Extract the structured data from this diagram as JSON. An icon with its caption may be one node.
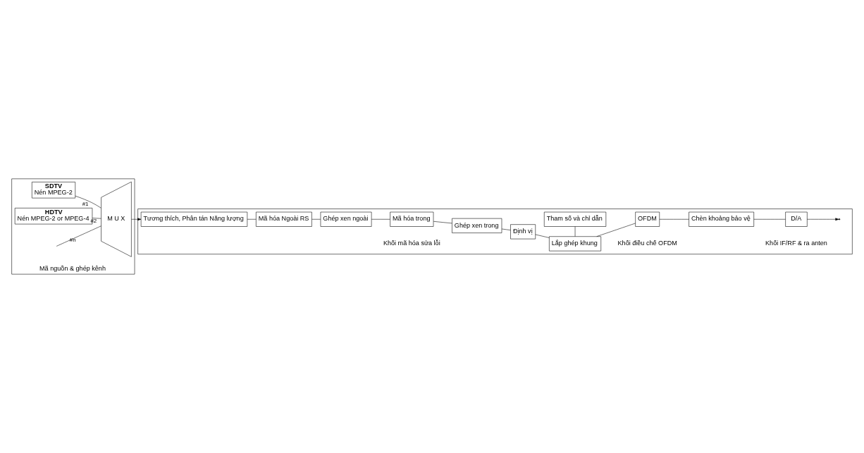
{
  "diagram": {
    "nodes": [
      {
        "text": [
          "Mã nguồn & ghép kênh"
        ]
      },
      {
        "text": [
          "SDTV",
          "Nén MPEG-2"
        ],
        "in": 0
      },
      {
        "text": [
          "HDTV",
          "Nén MPEG-2 or MPEG-4"
        ],
        "in": 0
      },
      {
        "text": [
          "M U X"
        ],
        "in": 0
      },
      {
        "text": [],
        "shape": "box"
      },
      {
        "text": [
          "Tương thích, Phân tán Năng lượng"
        ],
        "in": 4
      },
      {
        "text": [
          "Mã hóa Ngoài RS"
        ],
        "in": 4
      },
      {
        "text": [
          "Ghép xen ngoài"
        ],
        "in": 4
      },
      {
        "text": [
          "Mã hóa trong"
        ],
        "in": 4
      },
      {
        "text": [
          "Ghép xen trong"
        ],
        "in": 4
      },
      {
        "text": [
          "Định vị"
        ],
        "in": 4
      },
      {
        "text": [
          "Lắp ghép khung"
        ],
        "in": 4
      },
      {
        "text": [
          "OFDM"
        ],
        "in": 4
      },
      {
        "text": [
          "Chèn khoảng bảo vệ"
        ],
        "in": 4
      },
      {
        "text": [
          "D/A"
        ],
        "in": 4
      },
      {
        "text": [
          "Tham số và chỉ dẫn"
        ],
        "in": 4
      }
    ],
    "edges": [
      {
        "from": 1,
        "to": 3,
        "arrow": "none",
        "label": "#1"
      },
      {
        "from": 2,
        "to": 3,
        "arrow": "none",
        "label": "#2"
      },
      {
        "from": null,
        "to": 3,
        "arrow": "none",
        "label": "#n"
      },
      {
        "from": 3,
        "to": 5,
        "arrow": "to"
      },
      {
        "from": 5,
        "to": 6,
        "arrow": "none"
      },
      {
        "from": 6,
        "to": 7,
        "arrow": "none"
      },
      {
        "from": 7,
        "to": 8,
        "arrow": "none"
      },
      {
        "from": 8,
        "to": 9,
        "arrow": "none"
      },
      {
        "from": 9,
        "to": 10,
        "arrow": "none"
      },
      {
        "from": 10,
        "to": 11,
        "arrow": "none"
      },
      {
        "from": 11,
        "to": 12,
        "arrow": "none"
      },
      {
        "from": 12,
        "to": 13,
        "arrow": "none"
      },
      {
        "from": 13,
        "to": 14,
        "arrow": "none"
      },
      {
        "from": 14,
        "to": null,
        "arrow": "to"
      },
      {
        "from": 11,
        "to": 15,
        "arrow": "none"
      }
    ],
    "labels": [
      "Khối mã hóa sửa lỗi",
      "Khối điều chế OFDM",
      "Khối IF/RF & ra anten"
    ]
  }
}
